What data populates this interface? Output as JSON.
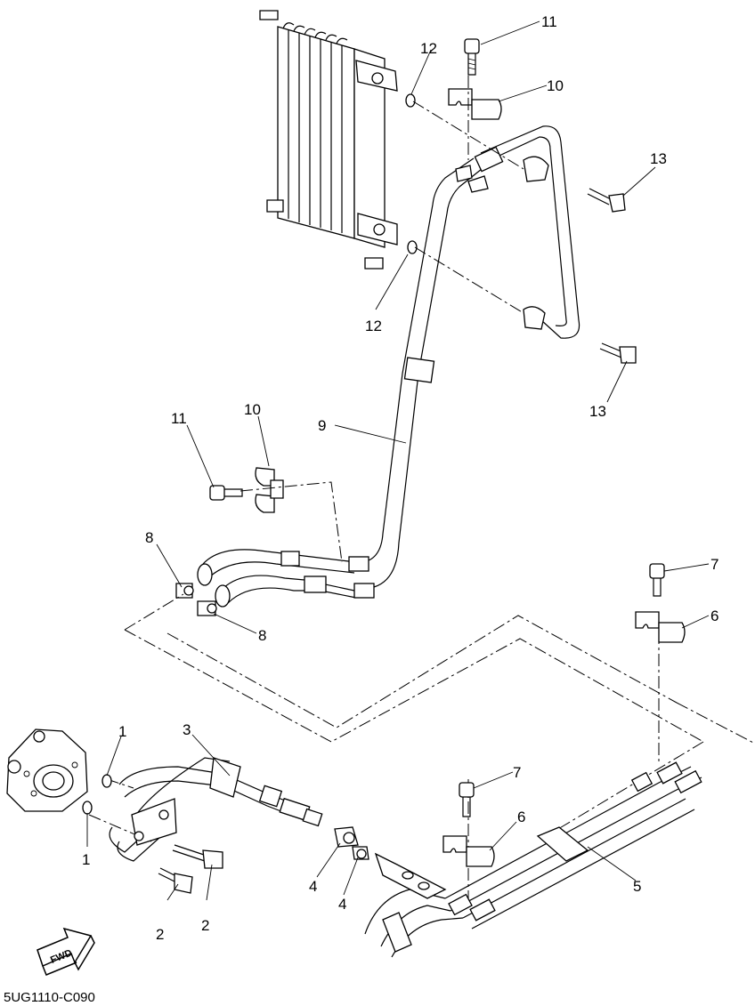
{
  "diagram_code": "5UG1110-C090",
  "fwd_label": "FWD",
  "callouts": {
    "c1a": "1",
    "c1b": "1",
    "c2a": "2",
    "c2b": "2",
    "c3": "3",
    "c4a": "4",
    "c4b": "4",
    "c5": "5",
    "c6a": "6",
    "c6b": "6",
    "c7a": "7",
    "c7b": "7",
    "c8a": "8",
    "c8b": "8",
    "c9": "9",
    "c10a": "10",
    "c10b": "10",
    "c11a": "11",
    "c11b": "11",
    "c12a": "12",
    "c12b": "12",
    "c13a": "13",
    "c13b": "13"
  }
}
